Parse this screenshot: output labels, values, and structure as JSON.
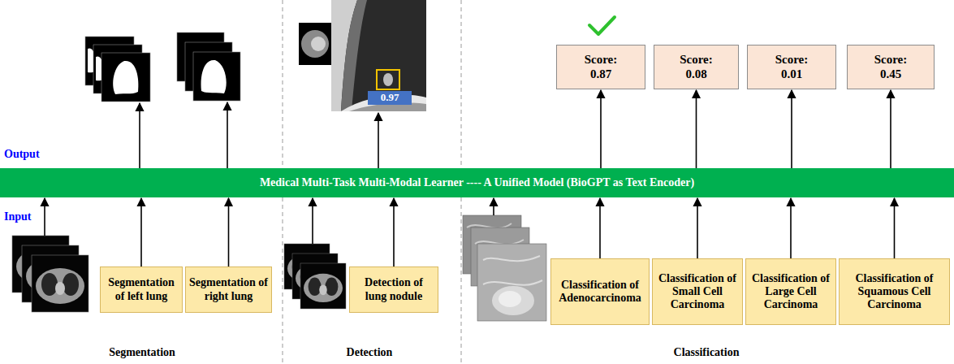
{
  "diagram": {
    "nodes": [
      {
        "text": [
          "Score:",
          "0.87"
        ]
      },
      {
        "text": [
          "Score:",
          "0.08"
        ]
      },
      {
        "text": [
          "Score:",
          "0.01"
        ]
      },
      {
        "text": [
          "Score:",
          "0.45"
        ]
      },
      {
        "text": [
          "0.97"
        ]
      },
      {
        "text": [
          "Medical Multi-Task Multi-Modal Learner ---- A Unified Model (BioGPT as Text Encoder)"
        ]
      },
      {
        "text": [
          "Segmentation of left lung"
        ]
      },
      {
        "text": [
          "Segmentation of right lung"
        ]
      },
      {
        "text": [
          "Detection of lung nodule"
        ]
      },
      {
        "text": [
          "Classification of Adenocarcinoma"
        ]
      },
      {
        "text": [
          "Classification of Small Cell Carcinoma"
        ]
      },
      {
        "text": [
          "Classification of Large Cell Carcinoma"
        ]
      },
      {
        "text": [
          "Classification of Squamous Cell Carcinoma"
        ]
      }
    ],
    "edges": [
      {
        "from": 6,
        "to": 5,
        "arrow": "to"
      },
      {
        "from": 7,
        "to": 5,
        "arrow": "to"
      },
      {
        "from": 8,
        "to": 5,
        "arrow": "to"
      },
      {
        "from": 9,
        "to": 5,
        "arrow": "to"
      },
      {
        "from": 10,
        "to": 5,
        "arrow": "to"
      },
      {
        "from": 11,
        "to": 5,
        "arrow": "to"
      },
      {
        "from": 12,
        "to": 5,
        "arrow": "to"
      },
      {
        "from": 5,
        "to": 0,
        "arrow": "to"
      },
      {
        "from": 5,
        "to": 1,
        "arrow": "to"
      },
      {
        "from": 5,
        "to": 2,
        "arrow": "to"
      },
      {
        "from": 5,
        "to": 3,
        "arrow": "to"
      }
    ],
    "labels": [
      "Output",
      "Input",
      "Segmentation",
      "Detection",
      "Classification"
    ]
  }
}
